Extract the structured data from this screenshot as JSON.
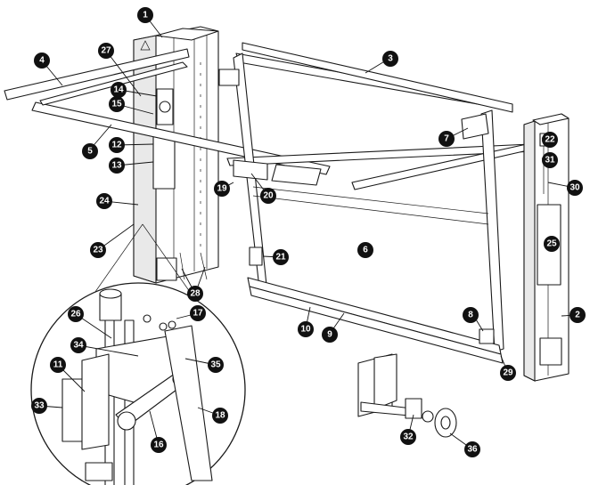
{
  "diagram": {
    "callouts": [
      {
        "id": "c1",
        "label": "1"
      },
      {
        "id": "c2",
        "label": "2"
      },
      {
        "id": "c3",
        "label": "3"
      },
      {
        "id": "c4",
        "label": "4"
      },
      {
        "id": "c5",
        "label": "5"
      },
      {
        "id": "c6",
        "label": "6"
      },
      {
        "id": "c7",
        "label": "7"
      },
      {
        "id": "c8",
        "label": "8"
      },
      {
        "id": "c9",
        "label": "9"
      },
      {
        "id": "c10",
        "label": "10"
      },
      {
        "id": "c11",
        "label": "11"
      },
      {
        "id": "c12",
        "label": "12"
      },
      {
        "id": "c13",
        "label": "13"
      },
      {
        "id": "c14",
        "label": "14"
      },
      {
        "id": "c15",
        "label": "15"
      },
      {
        "id": "c16",
        "label": "16"
      },
      {
        "id": "c17",
        "label": "17"
      },
      {
        "id": "c18",
        "label": "18"
      },
      {
        "id": "c19",
        "label": "19"
      },
      {
        "id": "c20",
        "label": "20"
      },
      {
        "id": "c21",
        "label": "21"
      },
      {
        "id": "c22",
        "label": "22"
      },
      {
        "id": "c23",
        "label": "23"
      },
      {
        "id": "c24",
        "label": "24"
      },
      {
        "id": "c25",
        "label": "25"
      },
      {
        "id": "c26",
        "label": "26"
      },
      {
        "id": "c27",
        "label": "27"
      },
      {
        "id": "c28",
        "label": "28"
      },
      {
        "id": "c29",
        "label": "29"
      },
      {
        "id": "c30",
        "label": "30"
      },
      {
        "id": "c31",
        "label": "31"
      },
      {
        "id": "c32",
        "label": "32"
      },
      {
        "id": "c33",
        "label": "33"
      },
      {
        "id": "c34",
        "label": "34"
      },
      {
        "id": "c35",
        "label": "35"
      },
      {
        "id": "c36",
        "label": "36"
      }
    ],
    "colors": {
      "line": "#1a1a1a",
      "callout_fill": "#111111",
      "callout_text": "#ffffff",
      "background": "#ffffff"
    }
  }
}
